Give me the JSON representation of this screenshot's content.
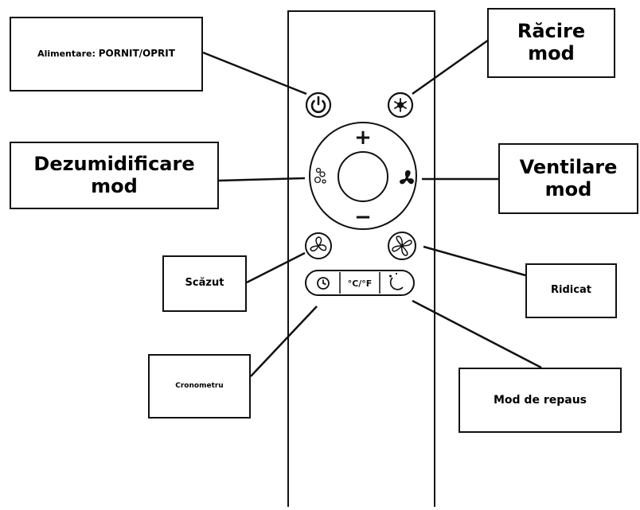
{
  "labels": {
    "power_prefix": "Alimentare:",
    "power_state": "PORNIT/OPRIT",
    "cooling_line1": "Răcire",
    "cooling_line2": "mod",
    "dehumidify_line1": "Dezumidificare",
    "dehumidify_line2": "mod",
    "fan_line1": "Ventilare",
    "fan_line2": "mod",
    "low": "Scăzut",
    "high": "Ridicat",
    "timer": "Cronometru",
    "sleep": "Mod de repaus"
  },
  "remote": {
    "plus": "+",
    "minus": "−",
    "temp_unit": "°C/°F"
  },
  "icons": {
    "power": "power-icon",
    "cooling": "snowflake-icon",
    "dehumidify": "droplets-icon",
    "fan_mode": "fan-icon",
    "low_speed": "fan-low-icon",
    "high_speed": "fan-high-icon",
    "timer": "clock-icon",
    "sleep": "moon-stars-icon"
  },
  "colors": {
    "outline": "#111111",
    "background": "#ffffff"
  }
}
